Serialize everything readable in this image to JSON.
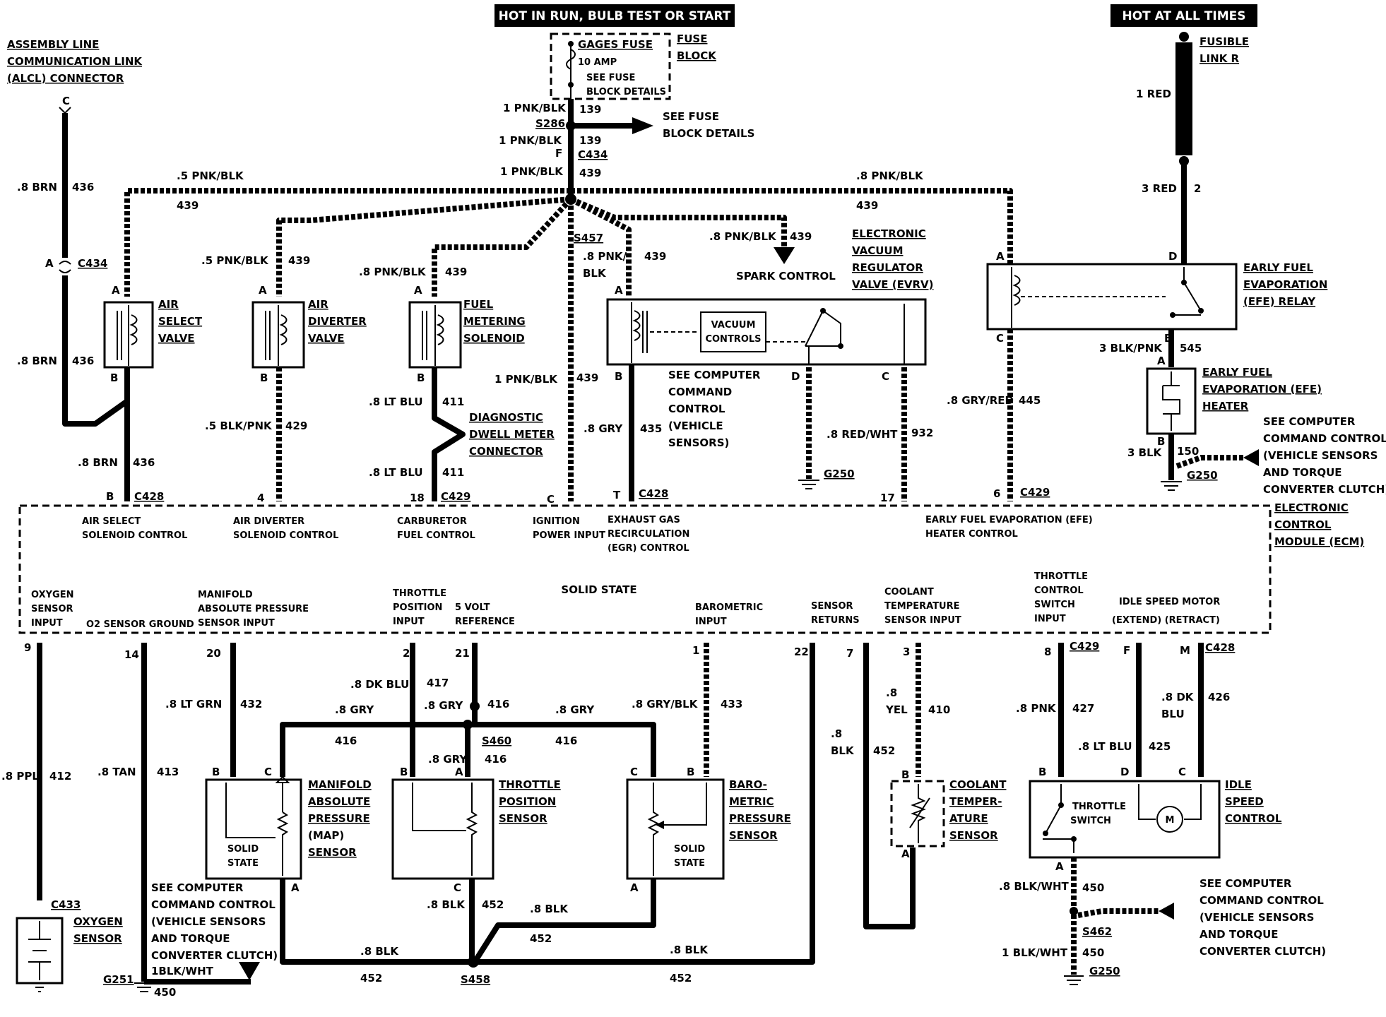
{
  "power": {
    "hot_run": "HOT IN RUN, BULB TEST OR START",
    "hot_all": "HOT AT ALL TIMES",
    "gages_fuse": "GAGES FUSE",
    "fuse_amp": "10 AMP",
    "see_fuse1": "SEE FUSE",
    "see_fuse2": "BLOCK DETAILS",
    "fuse_block1": "FUSE",
    "fuse_block2": "BLOCK",
    "see_fuse_block1": "SEE FUSE",
    "see_fuse_block2": "BLOCK DETAILS",
    "fusible1": "FUSIBLE",
    "fusible2": "LINK R"
  },
  "alcl": {
    "l1": "ASSEMBLY LINE",
    "l2": "COMMUNICATION LINK",
    "l3": "(ALCL) CONNECTOR"
  },
  "wires": {
    "w139a": "1 PNK/BLK",
    "c139a": "139",
    "s286": "S286",
    "w139b": "1 PNK/BLK",
    "c139b": "139",
    "c434f": "F",
    "c434": "C434",
    "w439": "1 PNK/BLK",
    "c439": "439",
    "left_bus": ".5 PNK/BLK",
    "left_bus_c": "439",
    "right_bus": ".8 PNK/BLK",
    "right_bus_c": "439",
    "brn1": ".8 BRN",
    "brn1_c": "436",
    "alcl_a": "A",
    "alcl_c434": "C434",
    "brn2": ".8 BRN",
    "brn2_c": "436",
    "brn3": ".8 BRN",
    "brn3_c": "436",
    "asv_feed": "439",
    "adv_feed": ".5 PNK/BLK",
    "adv_feed_c": "439",
    "fms_feed": ".8 PNK/BLK",
    "fms_feed_c": "439",
    "s457": "S457",
    "evrv_feed": ".8 PNK/",
    "evrv_feed2": "BLK",
    "evrv_feed_c": "439",
    "spark": ".8 PNK/BLK",
    "spark_c": "439",
    "spark_lbl": "SPARK CONTROL",
    "blkpnk": ".5 BLK/PNK",
    "blkpnk_c": "429",
    "ltblu1": ".8 LT BLU",
    "ltblu1_c": "411",
    "ltblu2": ".8 LT BLU",
    "ltblu2_c": "411",
    "ign": "1 PNK/BLK",
    "ign_c": "439",
    "gry435": ".8 GRY",
    "gry435_c": "435",
    "redwht": ".8 RED/WHT",
    "redwht_c": "932",
    "gryred": ".8 GRY/RED",
    "gryred_c": "445",
    "red1": "1 RED",
    "red3": "3 RED",
    "red3_c": "2",
    "blkpnk3": "3 BLK/PNK",
    "blkpnk3_c": "545",
    "blk3": "3 BLK",
    "blk3_c": "150",
    "ppl": ".8 PPL",
    "ppl_c": "412",
    "tan": ".8 TAN",
    "tan_c": "413",
    "ltgrn": ".8 LT GRN",
    "ltgrn_c": "432",
    "dkblu": ".8 DK BLU",
    "dkblu_c": "417",
    "gry416a": ".8 GRY",
    "gry416a_c": "416",
    "gry416b": ".8 GRY",
    "gry416b_c": "416",
    "gry416c": ".8 GRY",
    "gry416c_c": "416",
    "gry416d": ".8 GRY",
    "gry416d_c": "416",
    "s460": "S460",
    "grybk": ".8 GRY/BLK",
    "grybk_c": "433",
    "blk452a": ".8",
    "blk452a2": "BLK",
    "blk452a_c": "452",
    "yel": ".8",
    "yel2": "YEL",
    "yel_c": "410",
    "pnk": ".8 PNK",
    "pnk_c": "427",
    "dkblu426": ".8 DK",
    "dkblu426b": "BLU",
    "dkblu426_c": "426",
    "ltblu425": ".8 LT BLU",
    "ltblu425_c": "425",
    "blk452b": ".8 BLK",
    "blk452b_c": "452",
    "blk452c": ".8 BLK",
    "blk452c_c": "452",
    "blk452d": ".8 BLK",
    "blk452d_c": "452",
    "blk452e": ".8 BLK",
    "blk452e_c": "452",
    "s458": "S458",
    "blkwht1": ".8 BLK/WHT",
    "blkwht1_c": "450",
    "s462": "S462",
    "blkwht2": "1 BLK/WHT",
    "blkwht2_c": "450",
    "blkwht3": "1BLK/WHT",
    "g251_c": "450"
  },
  "grounds": {
    "g250a": "G250",
    "g250b": "G250",
    "g250c": "G250",
    "g251": "G251"
  },
  "components": {
    "asv": [
      "AIR",
      "SELECT",
      "VALVE"
    ],
    "adv": [
      "AIR",
      "DIVERTER",
      "VALVE"
    ],
    "fms": [
      "FUEL",
      "METERING",
      "SOLENOID"
    ],
    "dwell": [
      "DIAGNOSTIC",
      "DWELL METER",
      "CONNECTOR"
    ],
    "evrv": [
      "ELECTRONIC",
      "VACUUM",
      "REGULATOR",
      "VALVE (EVRV)"
    ],
    "vacuum": [
      "VACUUM",
      "CONTROLS"
    ],
    "ccc1": [
      "SEE COMPUTER",
      "COMMAND",
      "CONTROL",
      "(VEHICLE",
      "SENSORS)"
    ],
    "efe_relay": [
      "EARLY FUEL",
      "EVAPORATION",
      "(EFE) RELAY"
    ],
    "efe_heater": [
      "EARLY FUEL",
      "EVAPORATION (EFE)",
      "HEATER"
    ],
    "ccc2": [
      "SEE COMPUTER",
      "COMMAND CONTROL",
      "(VEHICLE SENSORS",
      "AND TORQUE",
      "CONVERTER CLUTCH)"
    ],
    "ecm": [
      "ELECTRONIC",
      "CONTROL",
      "MODULE (ECM)"
    ],
    "o2": [
      "OXYGEN",
      "SENSOR"
    ],
    "map": [
      "MANIFOLD",
      "ABSOLUTE",
      "PRESSURE",
      "(MAP)",
      "SENSOR"
    ],
    "tps": [
      "THROTTLE",
      "POSITION",
      "SENSOR"
    ],
    "baro": [
      "BARO-",
      "METRIC",
      "PRESSURE",
      "SENSOR"
    ],
    "coolant": [
      "COOLANT",
      "TEMPER-",
      "ATURE",
      "SENSOR"
    ],
    "isc": [
      "IDLE",
      "SPEED",
      "CONTROL"
    ],
    "ccc3": [
      "SEE COMPUTER",
      "COMMAND CONTROL",
      "(VEHICLE SENSORS",
      "AND TORQUE",
      "CONVERTER CLUTCH)"
    ],
    "ccc4": [
      "SEE COMPUTER",
      "COMMAND CONTROL",
      "(VEHICLE SENSORS",
      "AND TORQUE",
      "CONVERTER CLUTCH)"
    ],
    "solid_state_a": [
      "SOLID",
      "STATE"
    ],
    "solid_state_b": [
      "SOLID",
      "STATE"
    ],
    "throttle_switch": [
      "THROTTLE",
      "SWITCH"
    ],
    "motor": "M"
  },
  "ecm_labels": {
    "top": [
      [
        "AIR SELECT",
        "SOLENOID CONTROL"
      ],
      [
        "AIR DIVERTER",
        "SOLENOID CONTROL"
      ],
      [
        "CARBURETOR",
        "FUEL CONTROL"
      ],
      [
        "IGNITION",
        "POWER INPUT"
      ],
      [
        "EXHAUST GAS",
        "RECIRCULATION",
        "(EGR) CONTROL"
      ],
      [
        "EARLY FUEL EVAPORATION (EFE)",
        "HEATER CONTROL"
      ]
    ],
    "solid_state": "SOLID STATE",
    "bottom": [
      [
        "OXYGEN",
        "SENSOR",
        "INPUT"
      ],
      [
        "O2 SENSOR GROUND"
      ],
      [
        "MANIFOLD",
        "ABSOLUTE PRESSURE",
        "SENSOR INPUT"
      ],
      [
        "THROTTLE",
        "POSITION",
        "INPUT"
      ],
      [
        "5 VOLT",
        "REFERENCE"
      ],
      [
        "BAROMETRIC",
        "INPUT"
      ],
      [
        "SENSOR",
        "RETURNS"
      ],
      [
        "COOLANT",
        "TEMPERATURE",
        "SENSOR INPUT"
      ],
      [
        "THROTTLE",
        "CONTROL",
        "SWITCH",
        "INPUT"
      ],
      [
        "IDLE SPEED MOTOR",
        "(EXTEND)  (RETRACT)"
      ]
    ]
  },
  "pins": {
    "top": {
      "B": "B",
      "c428a": "C428",
      "p4": "4",
      "p18": "18",
      "c429a": "C429",
      "C": "C",
      "T": "T",
      "c428b": "C428",
      "p17": "17",
      "p6": "6",
      "c429b": "C429"
    },
    "bottom": {
      "p9": "9",
      "p14": "14",
      "p20": "20",
      "p2": "2",
      "p21": "21",
      "p1": "1",
      "p22": "22",
      "p7": "7",
      "p3": "3",
      "p8": "8",
      "c429c": "C429",
      "pF": "F",
      "pM": "M",
      "c428c": "C428"
    },
    "conn": {
      "c433": "C433"
    },
    "letters": {
      "A": "A",
      "B": "B",
      "C": "C",
      "D": "D"
    }
  }
}
